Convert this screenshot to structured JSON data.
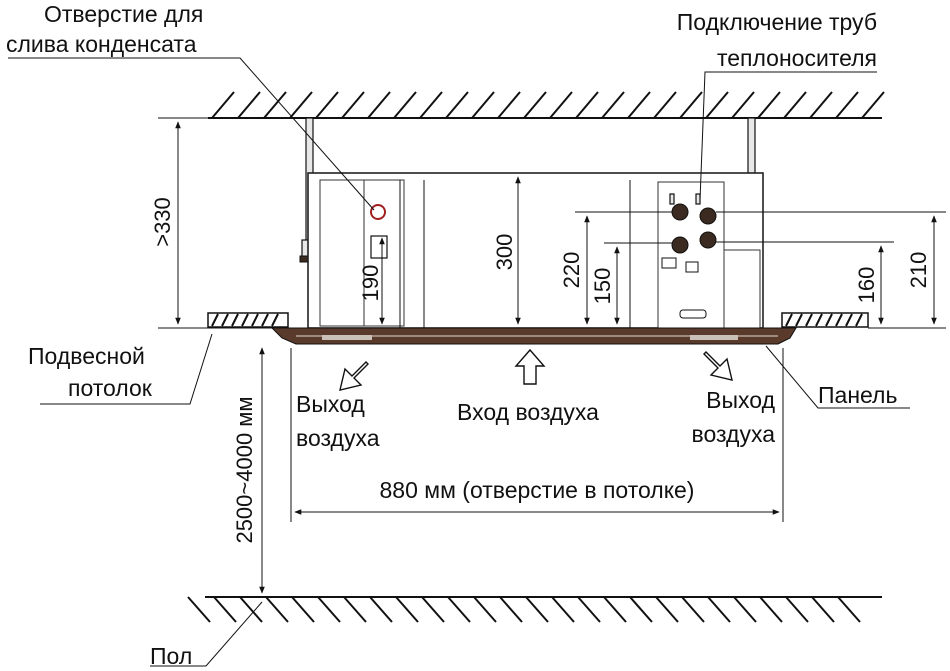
{
  "labels": {
    "drain_hole": [
      "Отверстие для",
      "слива конденсата"
    ],
    "pipe_connection": [
      "Подключение труб",
      "теплоносителя"
    ],
    "suspended_ceiling": [
      "Подвесной",
      "потолок"
    ],
    "air_outlet": [
      "Выход",
      "воздуха"
    ],
    "air_inlet": "Вход воздуха",
    "panel": "Панель",
    "floor": "Пол",
    "ceiling_opening": "880 мм (отверстие в потолке)"
  },
  "dimensions": {
    "above_ceiling": ">330",
    "unit_height": "300",
    "drain_height": "190",
    "pipe_upper": "220",
    "pipe_lower": "150",
    "right_lower": "160",
    "right_upper": "210",
    "install_height": "2500~4000 мм"
  }
}
